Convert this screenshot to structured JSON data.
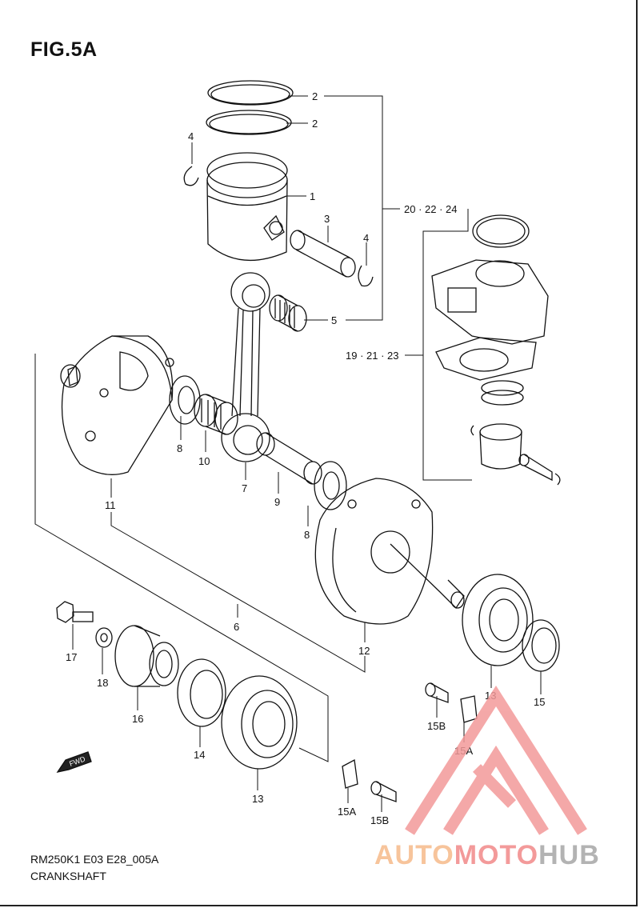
{
  "title": "FIG.5A",
  "diagram_code": "RM250K1 E03 E28_005A",
  "caption": "CRANKSHAFT",
  "fwd_label": "FWD",
  "watermark": {
    "part1": "AUTO",
    "part2": "MOTO",
    "part3": "HUB"
  },
  "colors": {
    "watermark_orange": "#f7c49b",
    "watermark_red": "#f39a9a",
    "watermark_gray": "#b3b3b3"
  },
  "callouts": [
    {
      "id": "c2a",
      "text": "2"
    },
    {
      "id": "c2b",
      "text": "2"
    },
    {
      "id": "c4a",
      "text": "4"
    },
    {
      "id": "c1",
      "text": "1"
    },
    {
      "id": "c3",
      "text": "3"
    },
    {
      "id": "c4b",
      "text": "4"
    },
    {
      "id": "c5",
      "text": "5"
    },
    {
      "id": "c20",
      "text": "20 · 22 · 24"
    },
    {
      "id": "c19",
      "text": "19 · 21 · 23"
    },
    {
      "id": "c8a",
      "text": "8"
    },
    {
      "id": "c10",
      "text": "10"
    },
    {
      "id": "c7",
      "text": "7"
    },
    {
      "id": "c9",
      "text": "9"
    },
    {
      "id": "c8b",
      "text": "8"
    },
    {
      "id": "c11",
      "text": "11"
    },
    {
      "id": "c6",
      "text": "6"
    },
    {
      "id": "c12",
      "text": "12"
    },
    {
      "id": "c17",
      "text": "17"
    },
    {
      "id": "c18",
      "text": "18"
    },
    {
      "id": "c16",
      "text": "16"
    },
    {
      "id": "c14",
      "text": "14"
    },
    {
      "id": "c13a",
      "text": "13"
    },
    {
      "id": "c13b",
      "text": "13"
    },
    {
      "id": "c15",
      "text": "15"
    },
    {
      "id": "c15b1",
      "text": "15B"
    },
    {
      "id": "c15a1",
      "text": "15A"
    },
    {
      "id": "c15a2",
      "text": "15A"
    },
    {
      "id": "c15b2",
      "text": "15B"
    }
  ]
}
